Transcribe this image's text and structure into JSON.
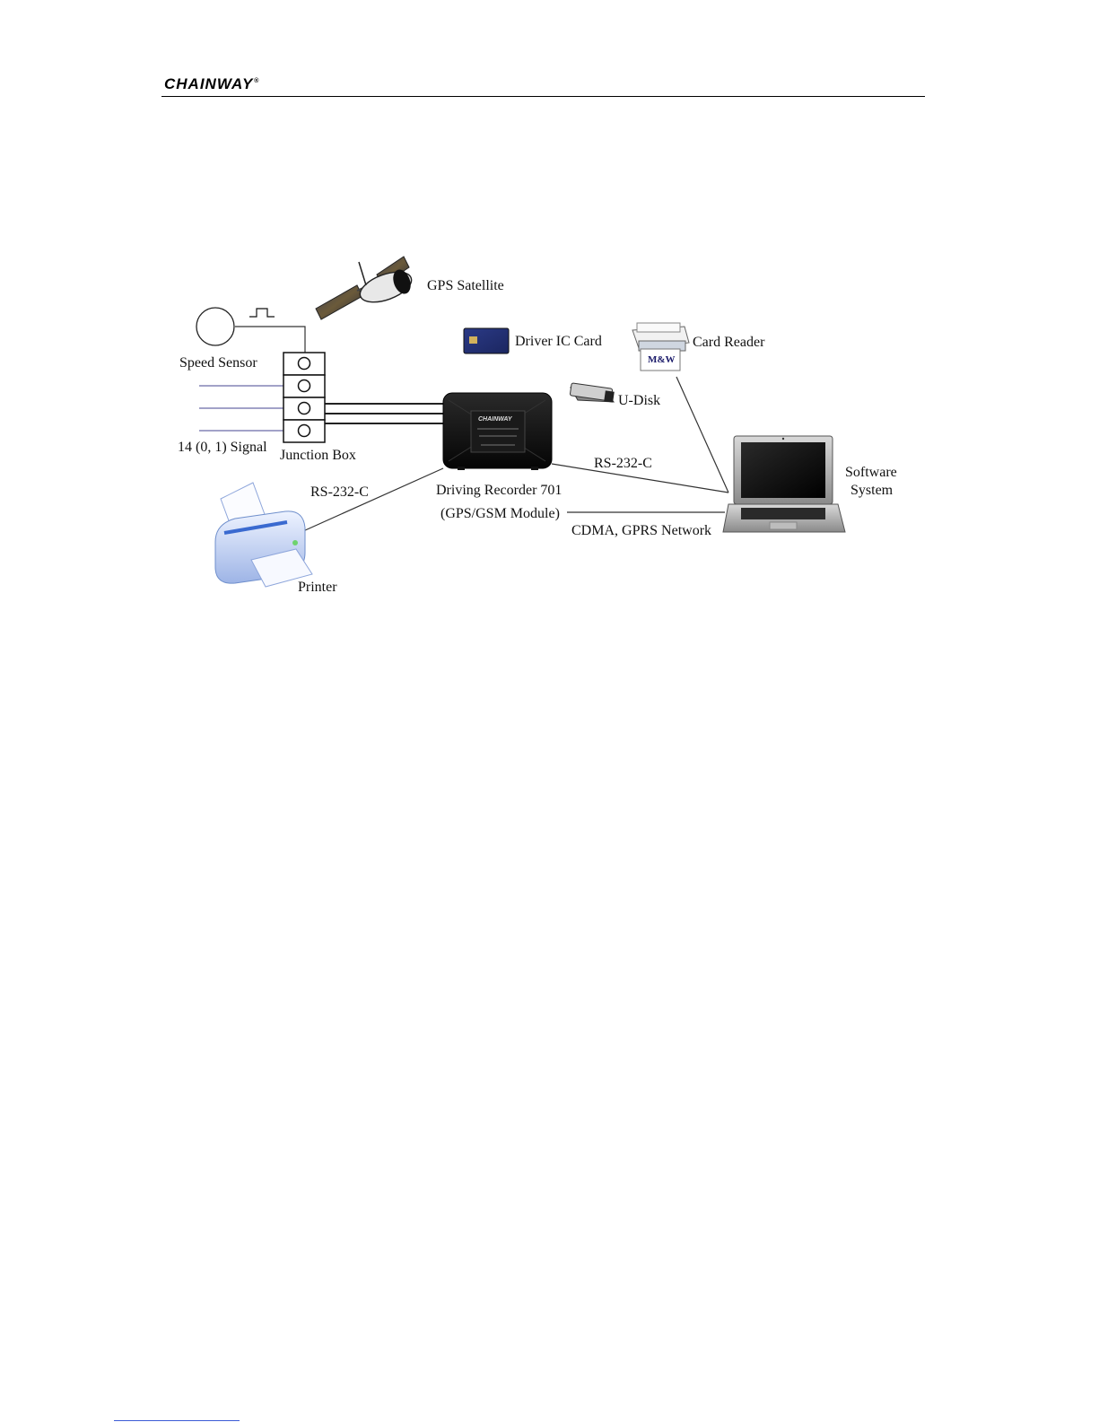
{
  "header": {
    "logo": "CHAINWAY",
    "logo_mark": "®"
  },
  "diagram": {
    "labels": {
      "gps_satellite": "GPS Satellite",
      "driver_ic_card": "Driver IC Card",
      "card_reader": "Card Reader",
      "card_reader_brand": "M&W",
      "speed_sensor": "Speed Sensor",
      "u_disk": "U-Disk",
      "signal": "14 (0, 1) Signal",
      "junction_box": "Junction Box",
      "rs232_right": "RS-232-C",
      "software_line1": "Software",
      "software_line2": "System",
      "rs232_left": "RS-232-C",
      "recorder_line1": "Driving Recorder 701",
      "recorder_line2": "(GPS/GSM Module)",
      "network": "CDMA, GPRS Network",
      "printer": "Printer",
      "recorder_brand": "CHAINWAY"
    }
  }
}
